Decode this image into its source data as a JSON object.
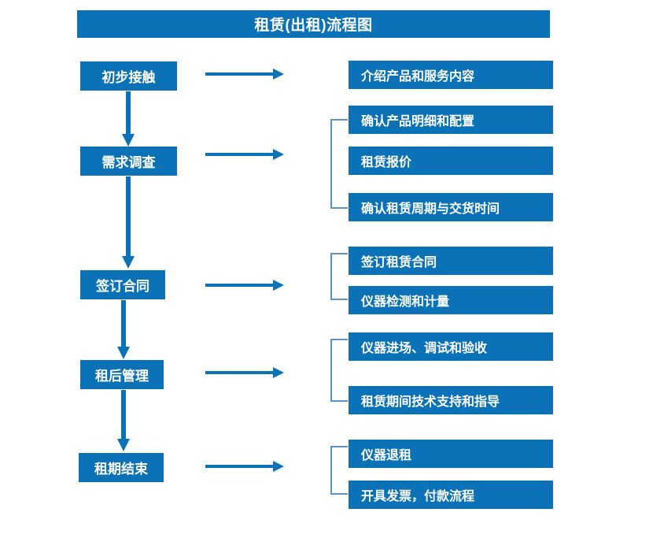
{
  "diagram": {
    "title": "租赁(出租)流程图",
    "colors": {
      "primary_blue": "#0C72B8",
      "bracket_blue": "#5B93C6",
      "background": "#FFFFFF",
      "text_on_blue": "#FFFFFF"
    },
    "stages": [
      {
        "id": "stage-1",
        "label": "初步接触"
      },
      {
        "id": "stage-2",
        "label": "需求调查"
      },
      {
        "id": "stage-3",
        "label": "签订合同"
      },
      {
        "id": "stage-4",
        "label": "租后管理"
      },
      {
        "id": "stage-5",
        "label": "租期结束"
      }
    ],
    "details": [
      {
        "id": "detail-1",
        "label": "介绍产品和服务内容"
      },
      {
        "id": "detail-2",
        "label": "确认产品明细和配置"
      },
      {
        "id": "detail-3",
        "label": "租赁报价"
      },
      {
        "id": "detail-4",
        "label": "确认租赁周期与交货时间"
      },
      {
        "id": "detail-5",
        "label": "签订租赁合同"
      },
      {
        "id": "detail-6",
        "label": "仪器检测和计量"
      },
      {
        "id": "detail-7",
        "label": "仪器进场、调试和验收"
      },
      {
        "id": "detail-8",
        "label": "租赁期间技术支持和指导"
      },
      {
        "id": "detail-9",
        "label": "仪器退租"
      },
      {
        "id": "detail-10",
        "label": "开具发票，付款流程"
      }
    ],
    "connectors": {
      "horizontal_arrow_count": 5,
      "vertical_arrow_count": 4,
      "bracket_count": 4
    }
  }
}
